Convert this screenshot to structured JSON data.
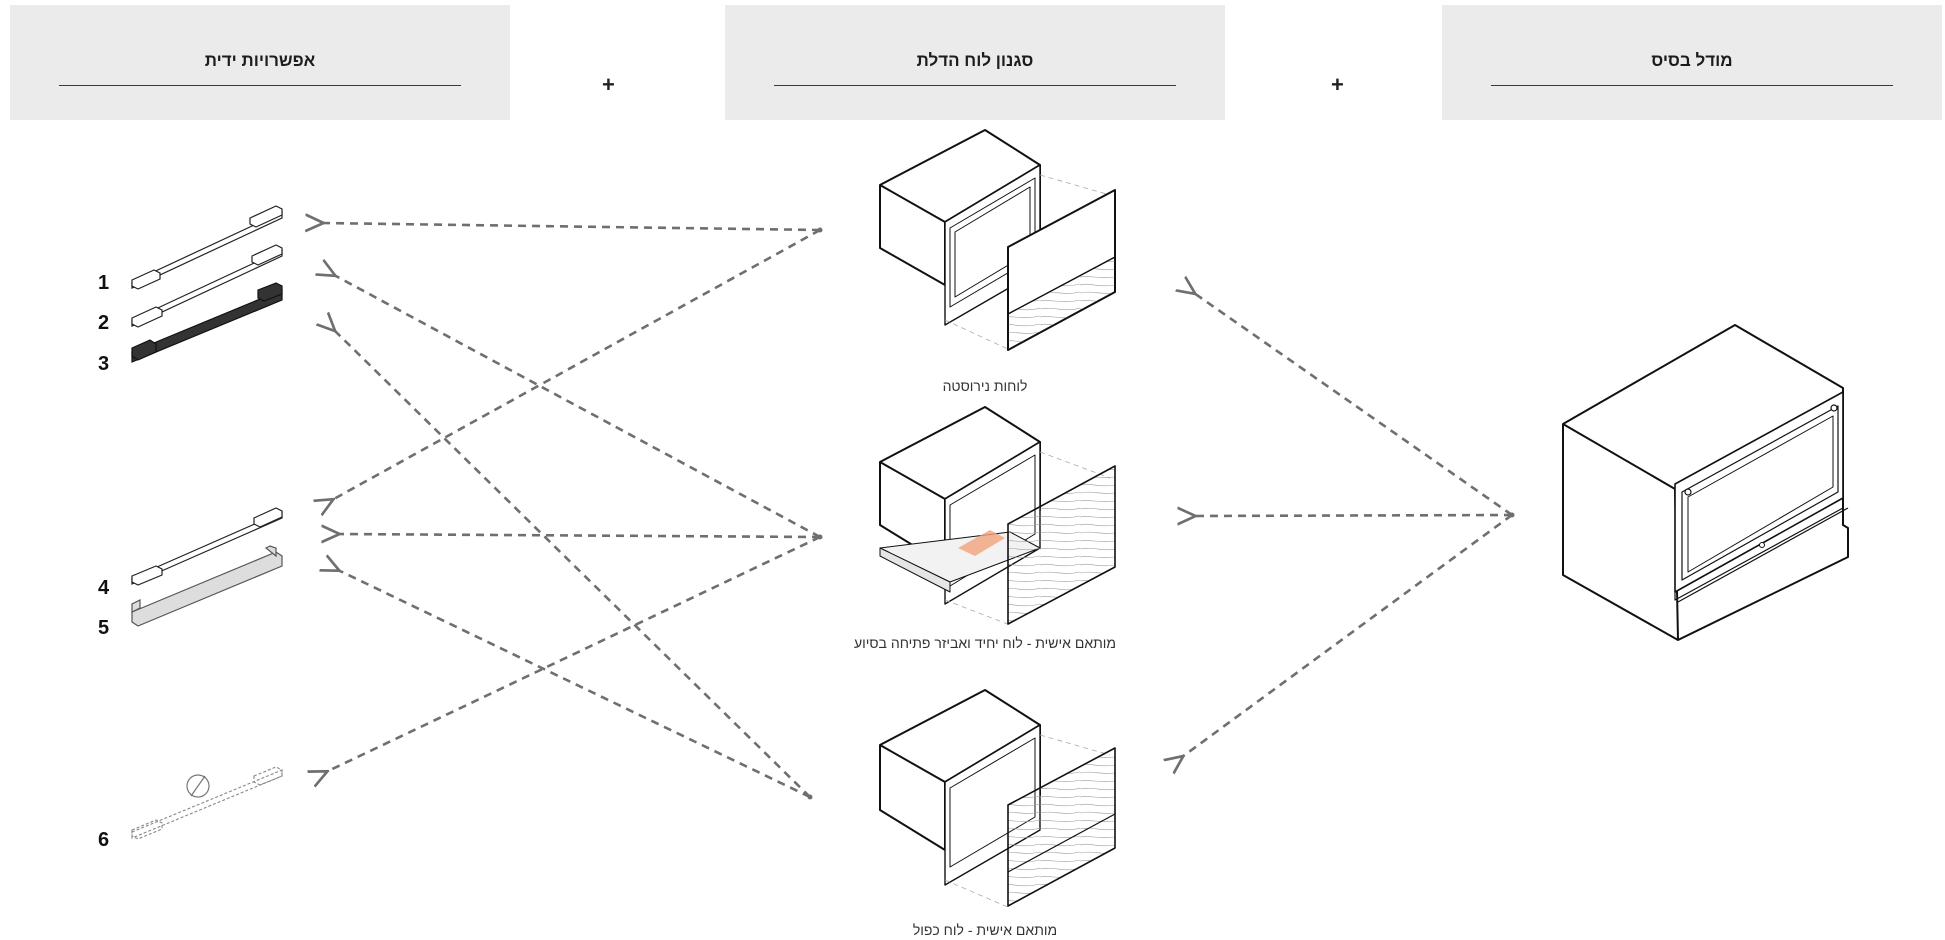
{
  "headers": {
    "handles": "אפשרויות ידית",
    "panels": "סגנון לוח הדלת",
    "base": "מודל בסיס"
  },
  "plus_signs": [
    "+",
    "+"
  ],
  "handle_numbers": [
    "1",
    "2",
    "3",
    "4",
    "5",
    "6"
  ],
  "panel_captions": {
    "stainless": "לוחות נירוסטה",
    "custom_single": "מותאם אישית - לוח יחיד ואביזר פתיחה בסיוע",
    "custom_double": "מותאם אישית - לוח כפול"
  },
  "colors": {
    "header_bg": "#ebebec",
    "arrow": "#6f6f6f",
    "highlight": "#f0a27a",
    "handle_dark": "#333333",
    "handle_light": "#dddddd"
  }
}
